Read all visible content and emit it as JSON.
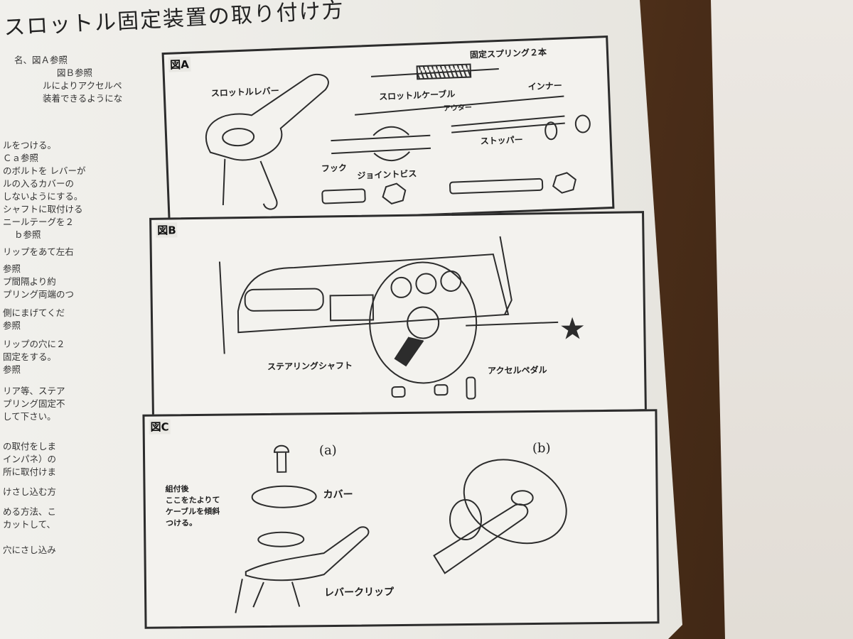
{
  "document": {
    "title": "スロットル固定装置の取り付け方",
    "left_column_lines": [
      "名、図Ａ参照",
      "図Ｂ参照",
      "ルによりアクセルペ",
      "装着できるようにな",
      "",
      "ルをつける。",
      "Ｃａ参照",
      "のボルトを レバーが",
      "ルの入るカバーの",
      "しないようにする。",
      "シャフトに取付ける",
      "ニールテーグを２",
      "ｂ参照",
      "リップをあて左右",
      "参照",
      "プ間隔より約",
      "プリング両端のつ",
      "側にまげてくだ",
      "参照",
      "リップの穴に２",
      "固定をする。",
      "参照",
      "リア等、ステア",
      "プリング固定不",
      "して下さい。",
      "",
      "の取付をしま",
      "インパネ）の",
      "所に取付けま",
      "けさし込む方",
      "める方法、こ",
      "カットして、",
      "穴にさし込み"
    ]
  },
  "figure_a": {
    "label": "図A",
    "throttle_lever": "スロットルレバー",
    "fixing_spring": "固定スプリング２本",
    "throttle_cable": "スロットルケーブル",
    "inner": "インナー",
    "outer": "アウター",
    "stopper": "ストッパー",
    "hook": "フック",
    "joint_screw": "ジョイントビス"
  },
  "figure_b": {
    "label": "図B",
    "steering_shaft": "ステアリングシャフト",
    "accel_pedal": "アクセルペダル"
  },
  "figure_c": {
    "label": "図C",
    "sub_a": "(a)",
    "sub_b": "(b)",
    "cover": "カバー",
    "lever_clip": "レバークリップ",
    "note": [
      "組付後",
      "ここをたよりて",
      "ケーブルを傾斜",
      "つける。"
    ]
  },
  "colors": {
    "paper": "#f1f0ec",
    "ink": "#2c2c2c",
    "wood": "#5e3d22"
  }
}
